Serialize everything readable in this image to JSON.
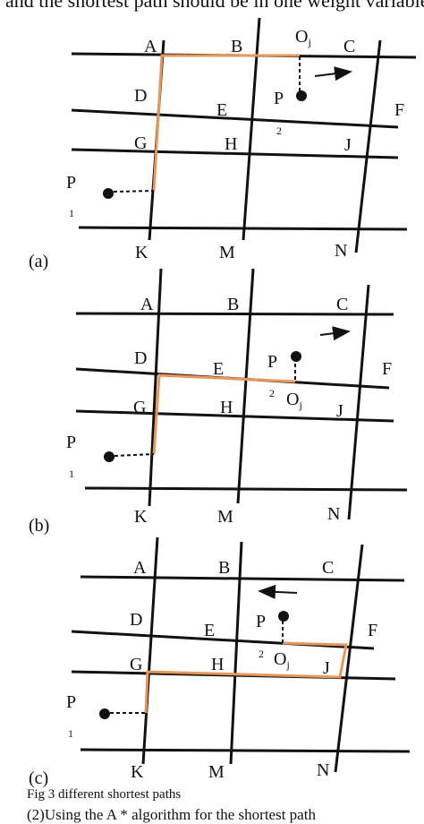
{
  "page": {
    "top_text": "and the shortest path should be in one weight variable",
    "caption": "Fig 3 different shortest paths",
    "bottom_text": "(2)Using the A * algorithm for the shortest path"
  },
  "panels": [
    {
      "label": "(a)",
      "nodes": {
        "A": "A",
        "B": "B",
        "C": "C",
        "D": "D",
        "E": "E",
        "F": "F",
        "G": "G",
        "H": "H",
        "J": "J",
        "K": "K",
        "M": "M",
        "N": "N"
      },
      "p1_main": "P",
      "p1_sub": "1",
      "p2_main": "P",
      "p2_sub": "2",
      "oj_main": "O",
      "oj_sub": "j",
      "arrow_direction": "right"
    },
    {
      "label": "(b)",
      "nodes": {
        "A": "A",
        "B": "B",
        "C": "C",
        "D": "D",
        "E": "E",
        "F": "F",
        "G": "G",
        "H": "H",
        "J": "J",
        "K": "K",
        "M": "M",
        "N": "N"
      },
      "p1_main": "P",
      "p1_sub": "1",
      "p2_main": "P",
      "p2_sub": "2",
      "oj_main": "O",
      "oj_sub": "j",
      "arrow_direction": "right"
    },
    {
      "label": "(c)",
      "nodes": {
        "A": "A",
        "B": "B",
        "C": "C",
        "D": "D",
        "E": "E",
        "F": "F",
        "G": "G",
        "H": "H",
        "J": "J",
        "K": "K",
        "M": "M",
        "N": "N"
      },
      "p1_main": "P",
      "p1_sub": "1",
      "p2_main": "P",
      "p2_sub": "2",
      "oj_main": "O",
      "oj_sub": "j",
      "arrow_direction": "left"
    }
  ],
  "colors": {
    "path": "#e8975a",
    "lines": "#111111"
  }
}
